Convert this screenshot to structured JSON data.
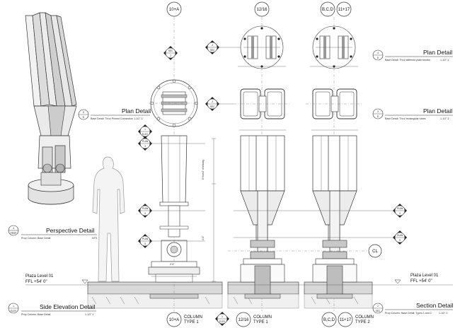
{
  "grid_bubbles": {
    "g1": "10+A",
    "g2": "12/16",
    "g3": "B,C,D",
    "g4": "11+17"
  },
  "views": {
    "perspective": {
      "number": "3",
      "code": "PRSP",
      "title": "Perspective Detail",
      "subtitle": "Prop Column: Base Detail",
      "scale": "NTS"
    },
    "side_elevation": {
      "number": "1",
      "code": "ELEV",
      "title": "Side Elevation Detail",
      "subtitle": "Prop Column: Base Detail",
      "scale": "1-1/2\"-1'"
    },
    "plan_pinned": {
      "number": "5",
      "code": "D",
      "title": "Plan Detail",
      "subtitle": "Base Detail: Thru/ Pinned Connection  1-1/2\"-1'"
    },
    "plan_stiffened": {
      "number": "4",
      "code": "D",
      "title": "Plan Detail",
      "subtitle": "Base Detail: Thru/ stiffened plate section",
      "scale": "1-1/2\"-1'"
    },
    "plan_rect": {
      "number": "3",
      "code": "D",
      "title": "Plan Detail",
      "subtitle": "Base Detail: Thru/ rectangular tubes",
      "scale": "1-1/2\"-1'"
    },
    "section": {
      "number": "2",
      "code": "SEC",
      "title": "Section Detail",
      "subtitle": "Prop Column: Base Detail: Types 1 and 2",
      "scale": "1-1/2\"-1'"
    }
  },
  "markers": {
    "sec": "SEC",
    "elev": "ELEV",
    "plan": "PLAN",
    "sec_num": "2",
    "elev_num": "1",
    "plan3": "3",
    "plan4": "4",
    "plan5": "5",
    "cl": "CL"
  },
  "levels": {
    "left": {
      "name": "Plaza Level 01",
      "ffl": "FFL +54' 0\""
    },
    "right": {
      "name": "Plaza Level 01",
      "ffl": "FFL +54' 0\""
    }
  },
  "column_types": {
    "c1_grid": "10+A",
    "c1_line1": "COLUMN",
    "c1_line2": "TYPE 1",
    "c2_grid": "12/16",
    "c2_line1": "COLUMN",
    "c2_line2": "TYPE 1",
    "c3_grid1": "B,C,D",
    "c3_grid2": "11+17",
    "c3_line1": "COLUMN",
    "c3_line2": "TYPE 2"
  },
  "dimensions": {
    "top_of_bearing": "6' from 0' of bearing",
    "vertical_total": "4'-0\"",
    "base_width": "2'-6\""
  }
}
